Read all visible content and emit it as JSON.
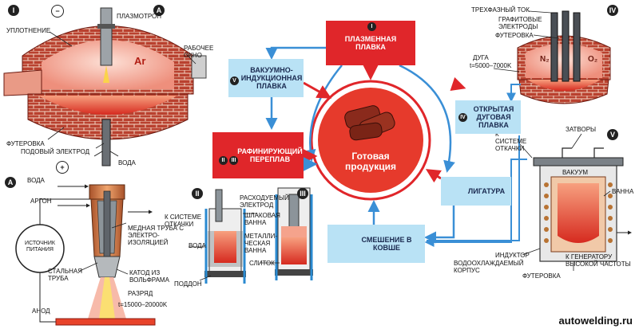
{
  "central": {
    "plasma_melt": "ПЛАЗМЕННАЯ ПЛАВКА",
    "vacuum_induction": "ВАКУУМНО-ИНДУКЦИОННАЯ ПЛАВКА",
    "refining_remelt": "РАФИНИРУЮЩИЙ ПЕРЕПЛАВ",
    "finished_product": "Готовая продукция",
    "open_arc": "ОТКРЫТАЯ ДУГОВАЯ ПЛАВКА",
    "ligature": "ЛИГАТУРА",
    "ladle_mixing": "СМЕШЕНИЕ В КОВШЕ"
  },
  "badges": {
    "one": "I",
    "two": "II",
    "three": "III",
    "four": "IV",
    "five": "V",
    "a": "A",
    "minus": "−",
    "plus": "+"
  },
  "furnace_i": {
    "plasmatron": "ПЛАЗМОТРОН",
    "seal": "УПЛОТНЕНИЕ",
    "work_window": "РАБОЧЕЕ ОКНО",
    "gas": "Ar",
    "lining": "ФУТЕРОВКА",
    "hearth_electrode": "ПОДОВЫЙ ЭЛЕКТРОД",
    "water": "ВОДА"
  },
  "plasmatron_a": {
    "water": "ВОДА",
    "argon": "АРГОН",
    "power_source": "ИСТОЧНИК ПИТАНИЯ",
    "copper_tube": "МЕДНАЯ ТРУБА С ЭЛЕКТРО-ИЗОЛЯЦИЕЙ",
    "steel_tube": "СТАЛЬНАЯ ТРУБА",
    "cathode": "КАТОД ИЗ ВОЛЬФРАМА",
    "discharge": "РАЗРЯД",
    "discharge_temp": "t=15000–20000K",
    "anode": "АНОД"
  },
  "remelt_ii_iii": {
    "to_evac": "К СИСТЕМЕ ОТКАЧКИ",
    "consumable_electrode": "РАСХОДУЕМЫЙ ЭЛЕКТРОД",
    "slag_bath": "ШЛАКОВАЯ ВАННА",
    "metal_bath": "МЕТАЛЛИ-ЧЕСКАЯ ВАННА",
    "water": "ВОДА",
    "ingot": "СЛИТОК",
    "tray": "ПОДДОН"
  },
  "arc_iv": {
    "three_phase": "ТРЕХФАЗНЫЙ ТОК",
    "graphite_electrodes": "ГРАФИТОВЫЕ ЭЛЕКТРОДЫ",
    "lining": "ФУТЕРОВКА",
    "arc": "ДУГА",
    "arc_temp": "t=5000–7000K",
    "n2": "N₂",
    "o2": "O₂"
  },
  "vacuum_v": {
    "to_evac": "К СИСТЕМЕ ОТКАЧКИ",
    "gates": "ЗАТВОРЫ",
    "vacuum": "ВАКУУМ",
    "bath": "ВАННА",
    "inductor": "ИНДУКТОР",
    "water_cooled": "ВОДООХЛАЖДАЕМЫЙ КОРПУС",
    "lining": "ФУТЕРОВКА",
    "hf_generator": "К ГЕНЕРАТОРУ ВЫСОКОЙ ЧАСТОТЫ"
  },
  "watermark": "autowelding.ru",
  "colors": {
    "red": "#e0262a",
    "light_blue": "#b9e2f5",
    "arrow_blue": "#3a8fd6",
    "brick": "#b23a2a",
    "melt": "#e8432a",
    "glow": "#f5b7a8"
  }
}
